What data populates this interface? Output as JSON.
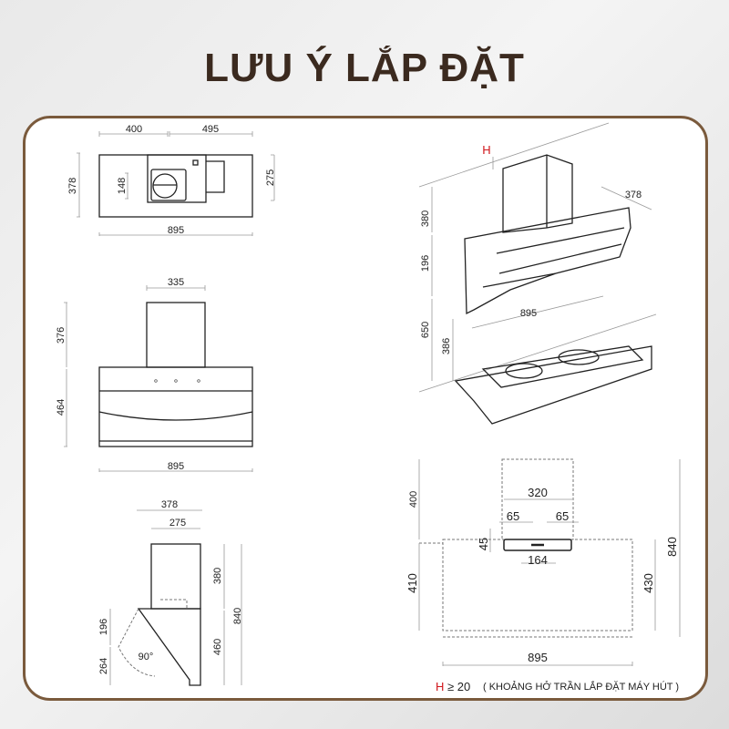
{
  "title": "LƯU Ý LẮP ĐẶT",
  "top_view": {
    "w_left": "400",
    "w_right": "495",
    "depth": "378",
    "duct": "148",
    "inner_depth": "275",
    "width": "895"
  },
  "front_view": {
    "chimney_width": "335",
    "chimney_height": "376",
    "body_height": "464",
    "width": "895"
  },
  "side_view": {
    "depth": "378",
    "chimney_depth": "275",
    "chimney_height": "380",
    "total_height": "840",
    "body_height": "460",
    "panel_height": "196",
    "lower_height": "264",
    "angle": "90°"
  },
  "perspective_view": {
    "h_marker": "H",
    "chimney_height": "380",
    "panel_height": "196",
    "install_height": "650",
    "cooktop_gap": "386",
    "depth": "378",
    "width": "895"
  },
  "mounting_view": {
    "chimney_height": "400",
    "bracket_span": "320",
    "offset_left": "65",
    "offset_right": "65",
    "bracket_height": "45",
    "bracket_center": "164",
    "body_height_left": "410",
    "body_height_right": "430",
    "total_height": "840",
    "width": "895"
  },
  "footer": {
    "h_marker": "H",
    "condition": "≥ 20",
    "note": "( KHOẢNG HỞ TRẦN LẮP ĐẶT MÁY HÚT )"
  },
  "colors": {
    "title": "#3b2a1f",
    "border": "#7a5a3c",
    "accent": "#d0161b"
  }
}
